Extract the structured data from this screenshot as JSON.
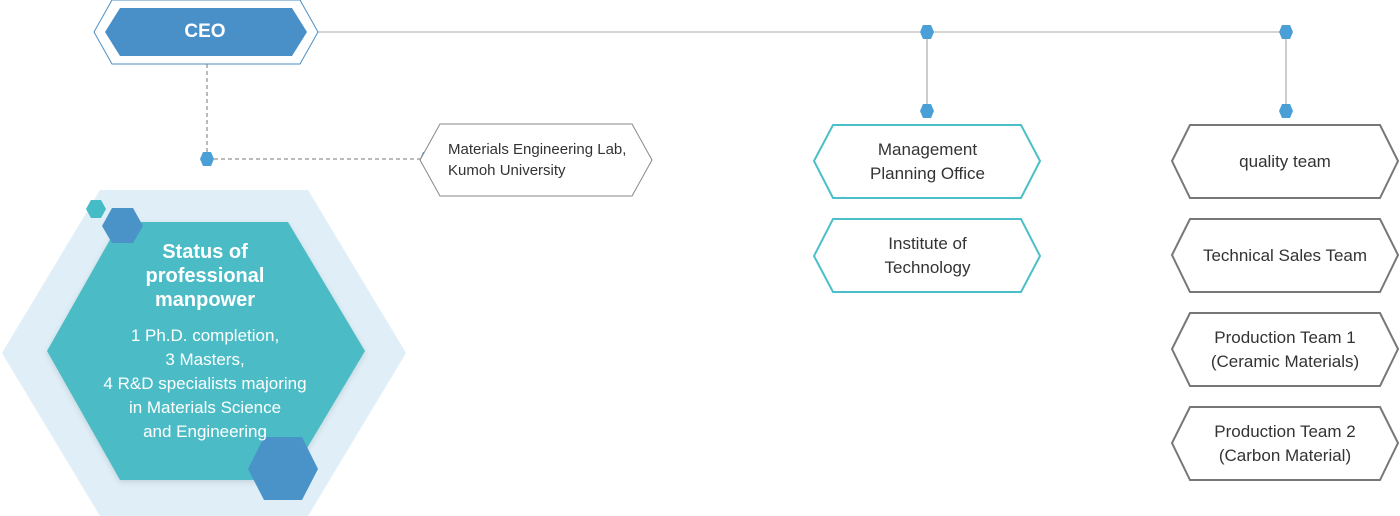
{
  "ceo": {
    "label": "CEO"
  },
  "lab": {
    "line1": "Materials Engineering Lab,",
    "line2": "Kumoh University"
  },
  "management_column": {
    "items": [
      {
        "line1": "Management",
        "line2": "Planning Office"
      },
      {
        "line1": "Institute of",
        "line2": "Technology"
      }
    ]
  },
  "quality_column": {
    "items": [
      {
        "line1": "quality team",
        "line2": ""
      },
      {
        "line1": "Technical Sales Team",
        "line2": ""
      },
      {
        "line1": "Production Team 1",
        "line2": "(Ceramic Materials)"
      },
      {
        "line1": "Production Team 2",
        "line2": "(Carbon Material)"
      }
    ]
  },
  "manpower": {
    "title_lines": [
      "Status of",
      "professional",
      "manpower"
    ],
    "body_lines": [
      "1 Ph.D. completion,",
      "3 Masters,",
      "4 R&D specialists majoring",
      "in Materials Science",
      "and Engineering"
    ]
  },
  "colors": {
    "ceo_fill": "#4a90c8",
    "connector": "#999999",
    "node_dot": "#4a9fd6",
    "teal_outline": "#4bbfc8",
    "gray_outline": "#777777",
    "manpower_fill": "#4bbcc6",
    "manpower_halo": "#dfeef7",
    "accent_blue": "#4a93c9"
  }
}
